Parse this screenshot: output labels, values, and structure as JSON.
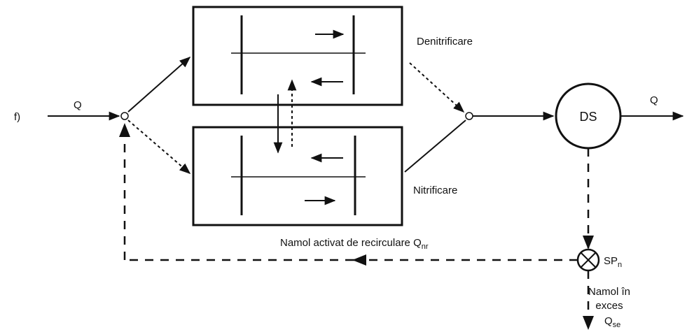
{
  "diagram": {
    "panel_label": "f)",
    "flow_in_label": "Q",
    "flow_out_label": "Q",
    "top_tank_label": "Denitrificare",
    "bottom_tank_label": "Nitrificare",
    "settler_label": "DS",
    "recirculation": {
      "text": "Namol activat de recirculare Q",
      "sub": "nr"
    },
    "splitter": {
      "text": "SP",
      "sub": "n"
    },
    "excess": {
      "line1": "Namol în",
      "line2": "exces",
      "q": "Q",
      "q_sub": "se"
    }
  }
}
